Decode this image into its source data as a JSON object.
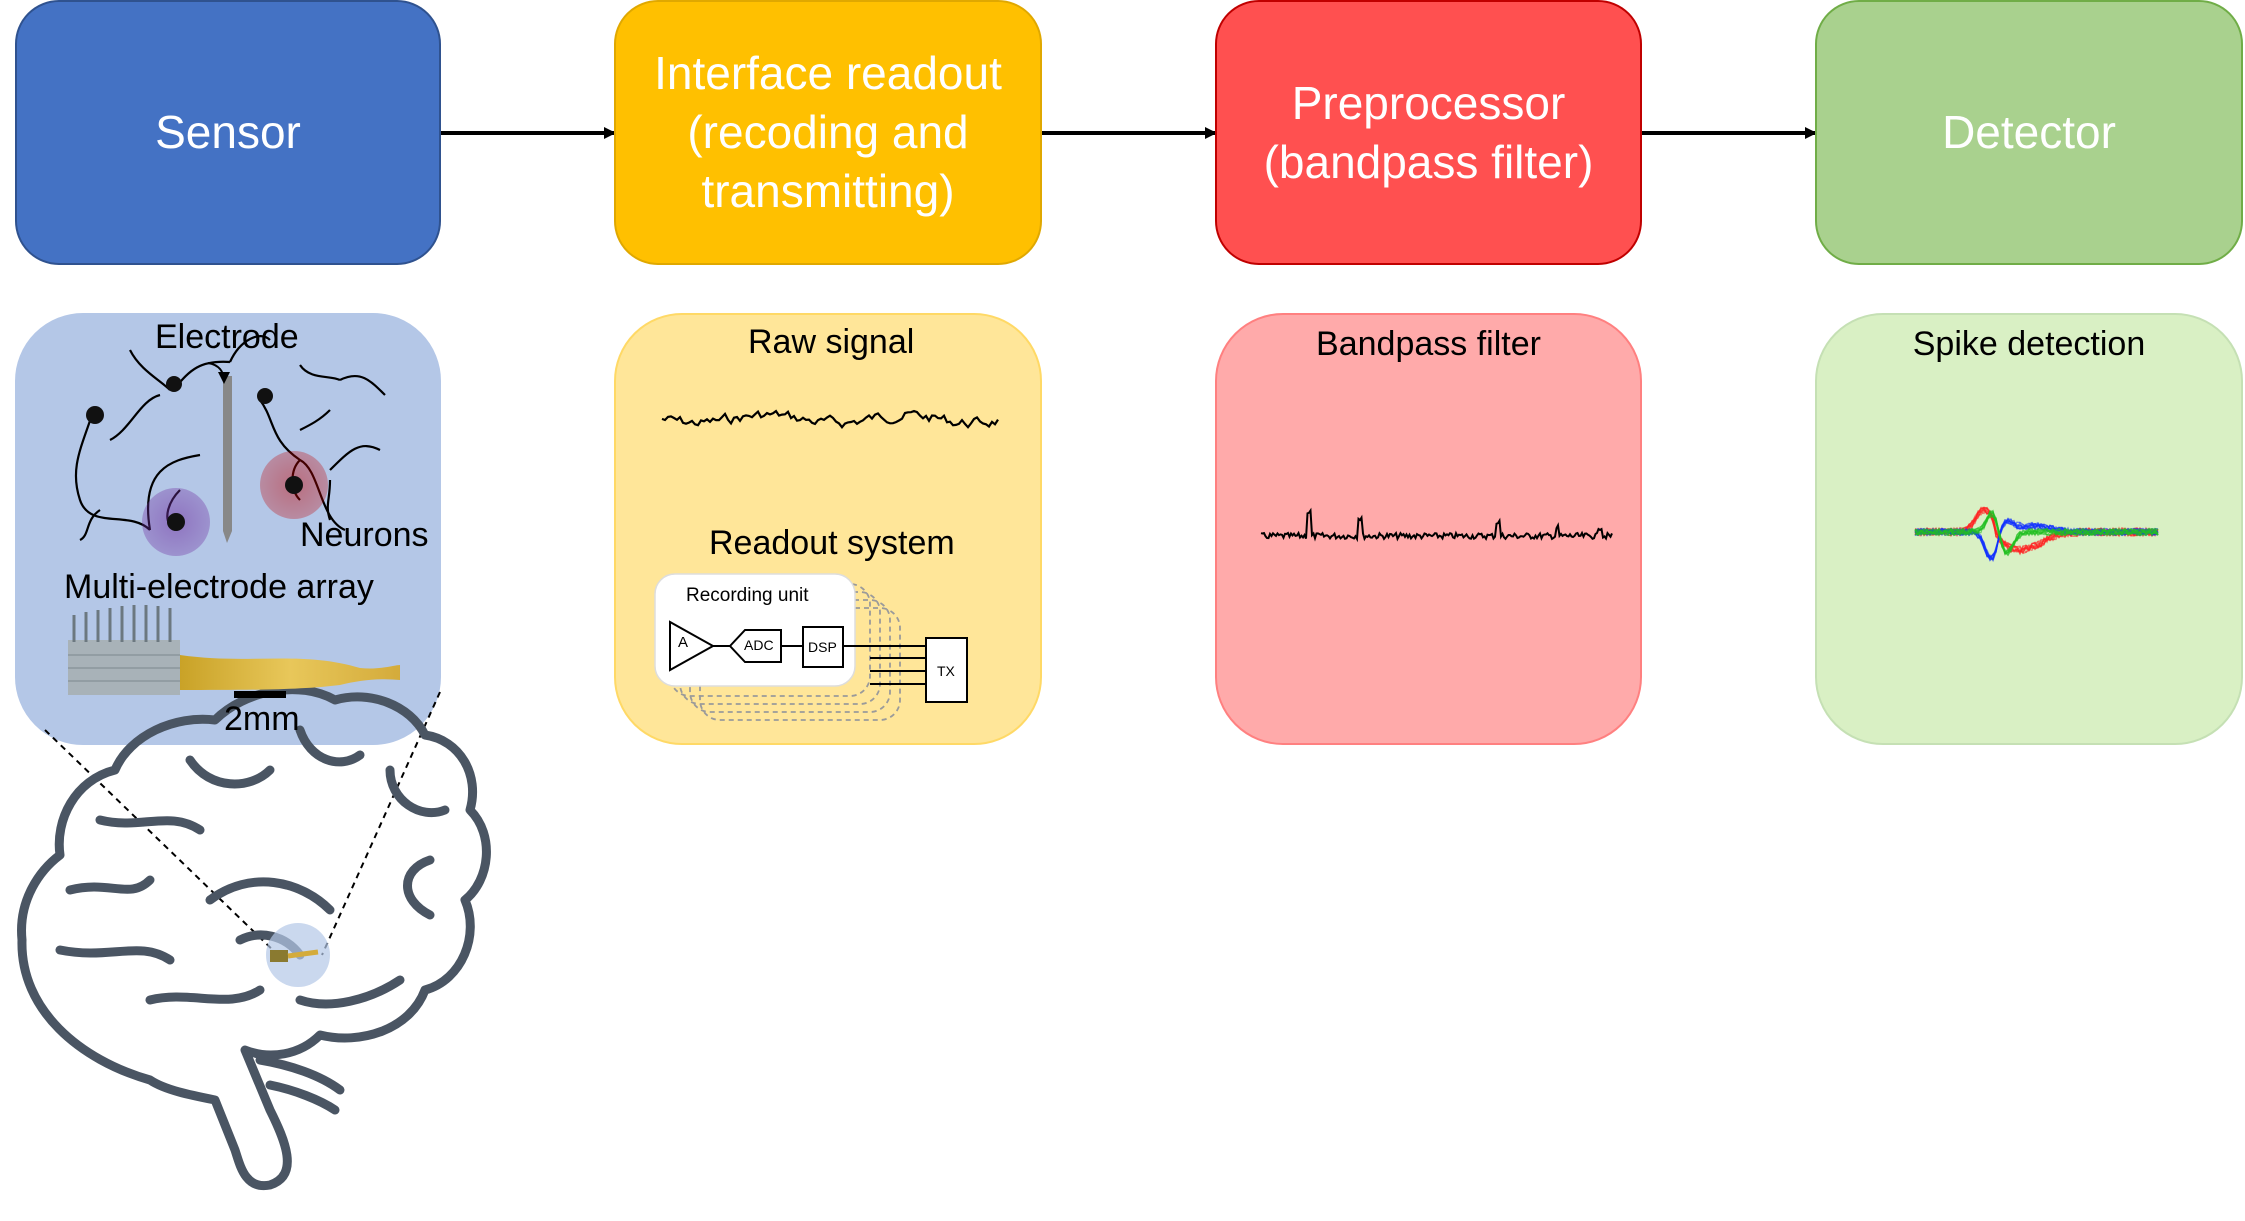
{
  "stages": [
    {
      "label": "Sensor",
      "color": "#4472c4"
    },
    {
      "label": "Interface readout (recoding and transmitting)",
      "color": "#ffc000"
    },
    {
      "label": "Preprocessor (bandpass filter)",
      "color": "#ff5050"
    },
    {
      "label": "Detector",
      "color": "#a9d18e"
    }
  ],
  "sensor_panel": {
    "electrode_label": "Electrode",
    "neurons_label": "Neurons",
    "array_label": "Multi-electrode array",
    "scale_label": "2mm",
    "fill": "#b4c7e7"
  },
  "readout_panel": {
    "raw_title": "Raw signal",
    "system_title": "Readout system",
    "recording_unit_label": "Recording unit",
    "amp_label": "A",
    "adc_label": "ADC",
    "dsp_label": "DSP",
    "tx_label": "TX",
    "fill": "#ffe699"
  },
  "filter_panel": {
    "title": "Bandpass filter",
    "fill": "#ffaaaa"
  },
  "detector_panel": {
    "title": "Spike detection",
    "fill": "#d9f0c4"
  }
}
